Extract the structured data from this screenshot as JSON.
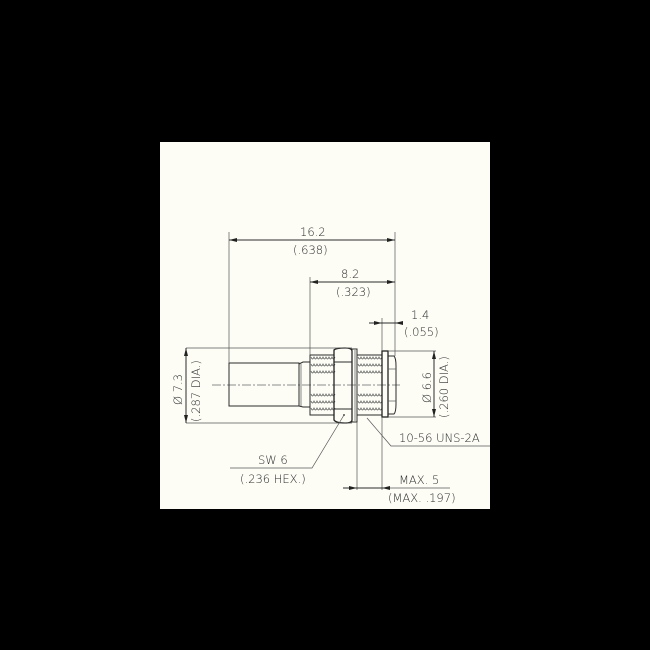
{
  "drawing": {
    "title": "Bulkhead connector dimension drawing",
    "background_color": "#fdfdf6",
    "line_color": "#2a2a2a",
    "dimensions": {
      "overall_length": {
        "metric": "16.2",
        "imperial": "(.638)"
      },
      "thread_length": {
        "metric": "8.2",
        "imperial": "(.323)"
      },
      "flange_thickness": {
        "metric": "1.4",
        "imperial": "(.055)"
      },
      "body_diameter": {
        "metric": "Ø 7.3",
        "imperial": "(.287 DIA.)"
      },
      "flange_diameter": {
        "metric": "Ø 6.6",
        "imperial": "(.260 DIA.)"
      },
      "panel_thickness": {
        "metric": "MAX. 5",
        "imperial": "(MAX. .197)"
      }
    },
    "callouts": {
      "hex_nut": {
        "metric": "SW 6",
        "imperial": "(.236 HEX.)"
      },
      "thread_spec": {
        "label": "10-56 UNS-2A"
      }
    }
  }
}
